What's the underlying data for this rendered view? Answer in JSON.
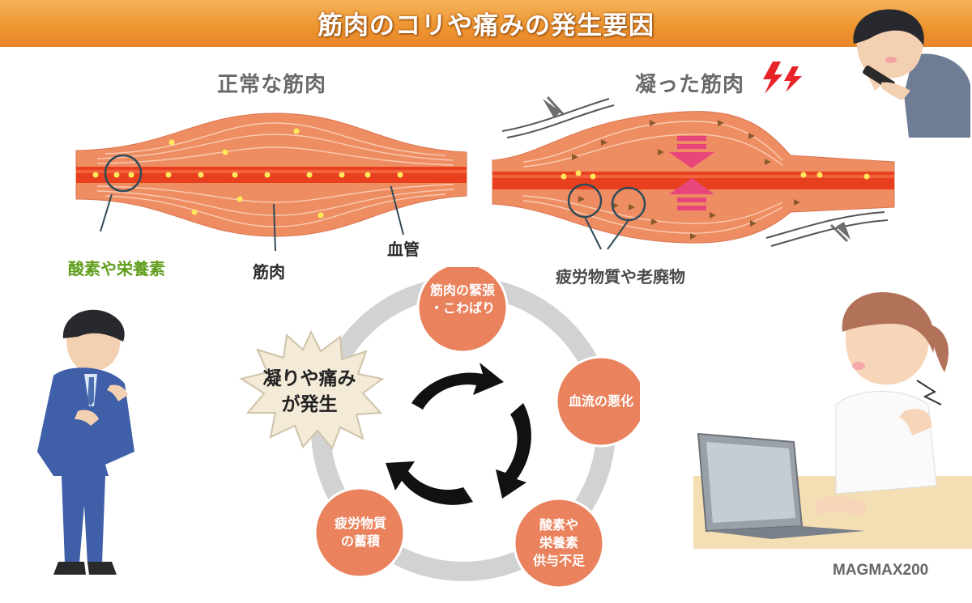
{
  "header": {
    "title": "筋肉のコリや痛みの発生要因"
  },
  "normal_muscle": {
    "title": "正常な筋肉",
    "labels": {
      "oxygen": "酸素や栄養素",
      "muscle": "筋肉",
      "vessel": "血管"
    }
  },
  "stiff_muscle": {
    "title": "凝った筋肉",
    "labels": {
      "waste": "疲労物質や老廃物"
    }
  },
  "cycle": {
    "center": {
      "line1": "凝りや痛み",
      "line2": "が発生"
    },
    "steps": [
      {
        "line1": "筋肉の緊張",
        "line2": "・こわばり"
      },
      {
        "line1": "血流の悪化"
      },
      {
        "line1": "酸素や",
        "line2": "栄養素",
        "line3": "供与不足"
      },
      {
        "line1": "疲労物質",
        "line2": "の蓄積"
      }
    ]
  },
  "watermark": "MAGMAX200",
  "colors": {
    "banner": "#ee9630",
    "muscle": "#ef8d62",
    "vessel": "#e8401e",
    "cycle_node": "#e9825d",
    "cycle_ring": "#d2d2d2",
    "oxygen_label": "#5f9d1b",
    "pressure_arrow": "#e8467a"
  },
  "icons": [
    "lightning-icon",
    "pressure-arrow-icon",
    "cycle-arrow-icon",
    "burst-shape"
  ]
}
